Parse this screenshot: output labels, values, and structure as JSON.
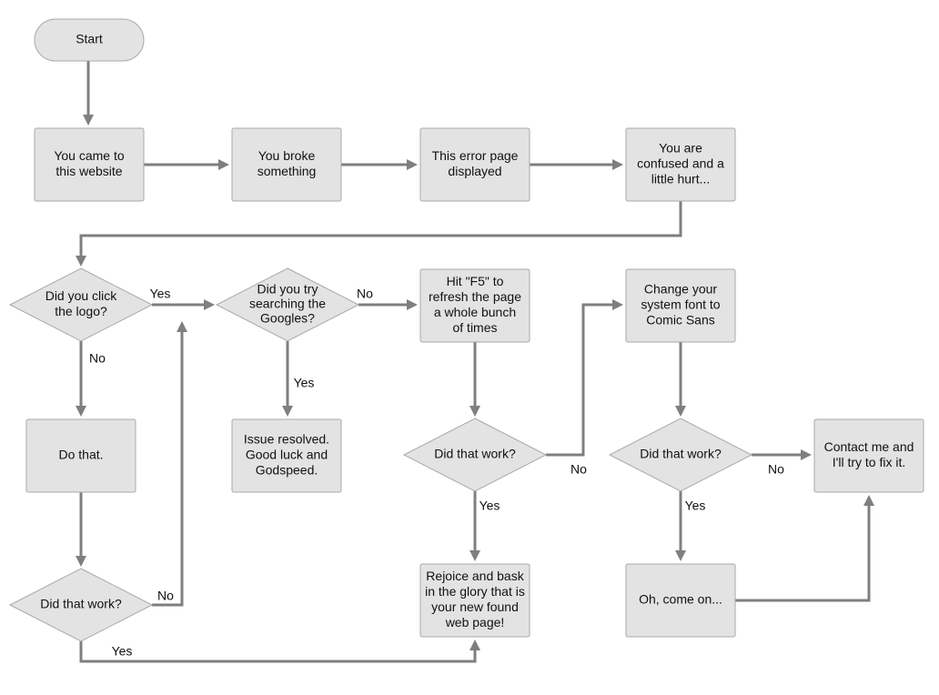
{
  "diagram": {
    "colors": {
      "node_fill": "#e3e3e3",
      "node_border": "#a9a9a9",
      "edge": "#7f7f7f",
      "text": "#111111"
    },
    "nodes": [
      {
        "id": "start",
        "shape": "terminal",
        "lines": [
          "Start"
        ]
      },
      {
        "id": "came",
        "shape": "process",
        "lines": [
          "You came to",
          "this website"
        ]
      },
      {
        "id": "broke",
        "shape": "process",
        "lines": [
          "You broke",
          "something"
        ]
      },
      {
        "id": "error",
        "shape": "process",
        "lines": [
          "This error page",
          "displayed"
        ]
      },
      {
        "id": "confused",
        "shape": "process",
        "lines": [
          "You are",
          "confused and a",
          "little hurt..."
        ]
      },
      {
        "id": "logo",
        "shape": "decision",
        "lines": [
          "Did you click",
          "the logo?"
        ]
      },
      {
        "id": "googles",
        "shape": "decision",
        "lines": [
          "Did you try",
          "searching the",
          "Googles?"
        ]
      },
      {
        "id": "f5",
        "shape": "process",
        "lines": [
          "Hit \"F5\" to",
          "refresh the page",
          "a whole bunch",
          "of times"
        ]
      },
      {
        "id": "font",
        "shape": "process",
        "lines": [
          "Change your",
          "system font to",
          "Comic Sans"
        ]
      },
      {
        "id": "dothat",
        "shape": "process",
        "lines": [
          "Do that."
        ]
      },
      {
        "id": "resolved",
        "shape": "process",
        "lines": [
          "Issue resolved.",
          "Good luck and",
          "Godspeed."
        ]
      },
      {
        "id": "work2",
        "shape": "decision",
        "lines": [
          "Did that work?"
        ]
      },
      {
        "id": "work3",
        "shape": "decision",
        "lines": [
          "Did that work?"
        ]
      },
      {
        "id": "contact",
        "shape": "process",
        "lines": [
          "Contact me and",
          "I'll try to fix it."
        ]
      },
      {
        "id": "work1",
        "shape": "decision",
        "lines": [
          "Did that work?"
        ]
      },
      {
        "id": "rejoice",
        "shape": "process",
        "lines": [
          "Rejoice and bask",
          "in the glory that is",
          "your new found",
          "web page!"
        ]
      },
      {
        "id": "comeon",
        "shape": "process",
        "lines": [
          "Oh, come on..."
        ]
      }
    ],
    "edges": [
      {
        "id": "start-came",
        "from": "start",
        "to": "came",
        "label": ""
      },
      {
        "id": "came-broke",
        "from": "came",
        "to": "broke",
        "label": ""
      },
      {
        "id": "broke-error",
        "from": "broke",
        "to": "error",
        "label": ""
      },
      {
        "id": "error-confused",
        "from": "error",
        "to": "confused",
        "label": ""
      },
      {
        "id": "confused-logo",
        "from": "confused",
        "to": "logo",
        "label": ""
      },
      {
        "id": "logo-googles",
        "from": "logo",
        "to": "googles",
        "label": "Yes"
      },
      {
        "id": "logo-dothat",
        "from": "logo",
        "to": "dothat",
        "label": "No"
      },
      {
        "id": "googles-f5",
        "from": "googles",
        "to": "f5",
        "label": "No"
      },
      {
        "id": "googles-resolved",
        "from": "googles",
        "to": "resolved",
        "label": "Yes"
      },
      {
        "id": "dothat-work1",
        "from": "dothat",
        "to": "work1",
        "label": ""
      },
      {
        "id": "work1-googles",
        "from": "work1",
        "to": "googles",
        "label": "No"
      },
      {
        "id": "work1-rejoice",
        "from": "work1",
        "to": "rejoice",
        "label": "Yes"
      },
      {
        "id": "f5-work2",
        "from": "f5",
        "to": "work2",
        "label": ""
      },
      {
        "id": "work2-font",
        "from": "work2",
        "to": "font",
        "label": "No"
      },
      {
        "id": "work2-rejoice",
        "from": "work2",
        "to": "rejoice",
        "label": "Yes"
      },
      {
        "id": "font-work3",
        "from": "font",
        "to": "work3",
        "label": ""
      },
      {
        "id": "work3-contact",
        "from": "work3",
        "to": "contact",
        "label": "No"
      },
      {
        "id": "work3-comeon",
        "from": "work3",
        "to": "comeon",
        "label": "Yes"
      },
      {
        "id": "comeon-contact",
        "from": "comeon",
        "to": "contact",
        "label": ""
      }
    ]
  }
}
